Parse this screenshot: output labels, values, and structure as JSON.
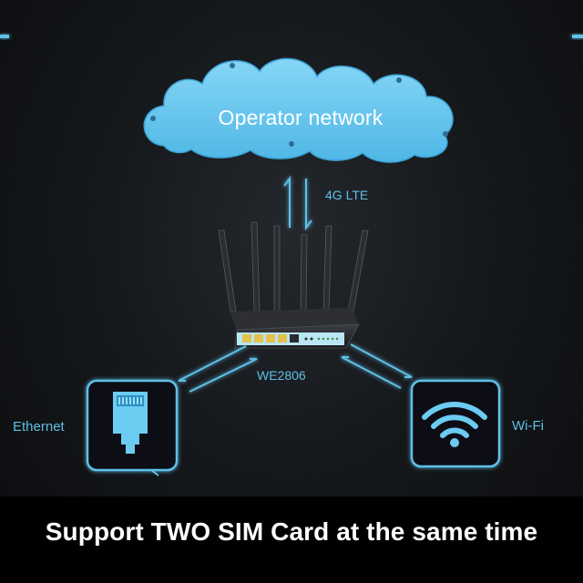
{
  "diagram": {
    "cloud_label": "Operator network",
    "link_label": "4G LTE",
    "router_model": "WE2806",
    "left_node_label": "Ethernet",
    "right_node_label": "Wi-Fi"
  },
  "banner": {
    "text": "Support TWO SIM Card at the same time"
  },
  "icons": {
    "cloud": "cloud-icon",
    "router": "router-icon",
    "ethernet": "ethernet-port-icon",
    "wifi": "wifi-icon"
  },
  "colors": {
    "accent": "#5fc0e8",
    "cloud_fill": "#67c6ef",
    "background": "#15181b",
    "banner_bg": "#000000",
    "banner_text": "#ffffff"
  }
}
